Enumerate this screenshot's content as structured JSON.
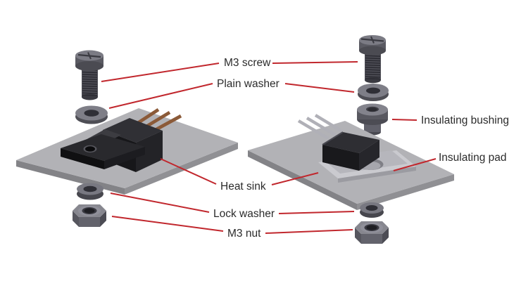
{
  "diagram": {
    "description": "Exploded view of two transistor mounting assemblies on heat sinks",
    "leader_color": "#c1272d",
    "text_color": "#2b2b2b",
    "labels": {
      "m3_screw": "M3 screw",
      "plain_washer": "Plain washer",
      "insulating_bushing": "Insulating bushing",
      "insulating_pad": "Insulating pad",
      "heat_sink": "Heat sink",
      "lock_washer": "Lock washer",
      "m3_nut": "M3 nut"
    },
    "colors": {
      "background": "#ffffff",
      "heat_sink_top": "#b2b2b6",
      "heat_sink_edge": "#8d8d92",
      "hardware_gray": "#7e7e87",
      "screw_body": "#54545c",
      "transistor_body": "#1b1b1e",
      "lead_copper": "#8b5a38",
      "lead_silver": "#b0b0b7",
      "insulating_pad_fill": "#cacacf"
    }
  }
}
